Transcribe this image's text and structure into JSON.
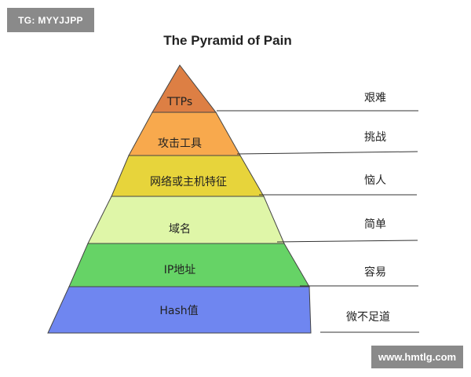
{
  "watermark_top": "TG: MYYJJPP",
  "title": "The Pyramid of Pain",
  "watermark_bottom": "www.hmtlg.com",
  "layers": [
    {
      "label": "TTPs",
      "difficulty": "艰难",
      "color": "#dd7f44"
    },
    {
      "label": "攻击工具",
      "difficulty": "挑战",
      "color": "#f8a94d"
    },
    {
      "label": "网络或主机特征",
      "difficulty": "恼人",
      "color": "#e7d43b"
    },
    {
      "label": "域名",
      "difficulty": "简单",
      "color": "#dff6a8"
    },
    {
      "label": "IP地址",
      "difficulty": "容易",
      "color": "#66d366"
    },
    {
      "label": "Hash值",
      "difficulty": "微不足道",
      "color": "#6f86f0"
    }
  ]
}
